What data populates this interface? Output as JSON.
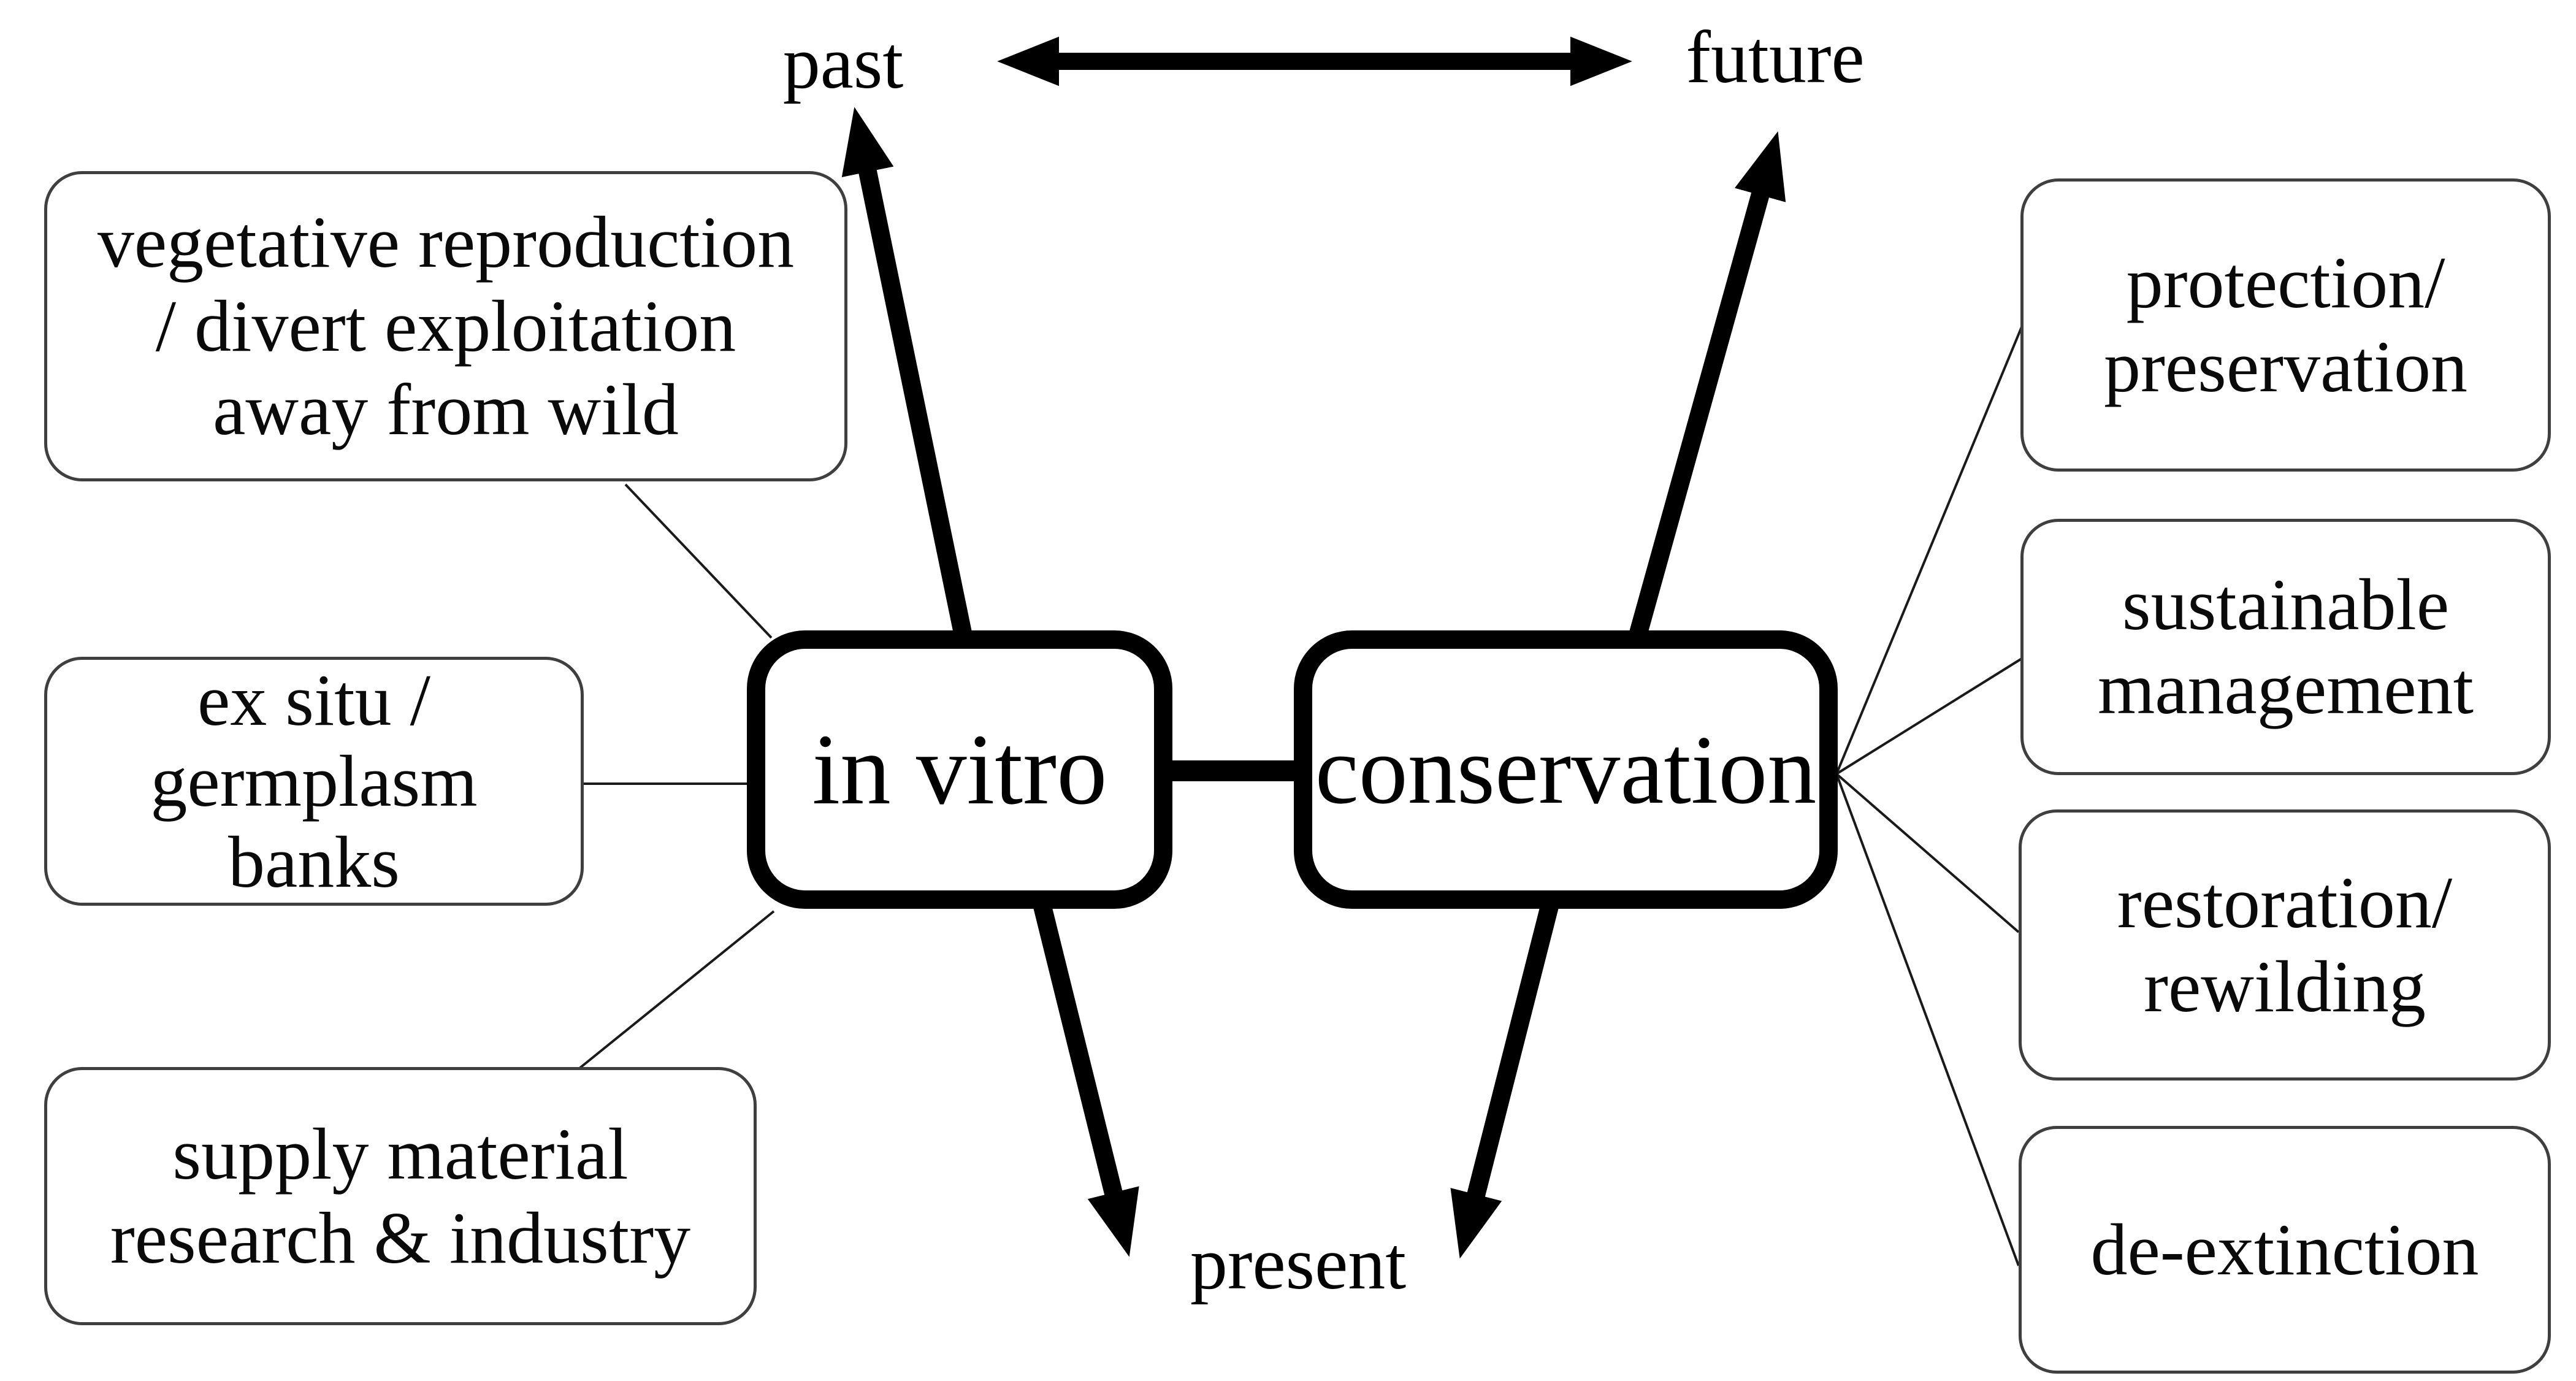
{
  "diagram": {
    "timeline_labels": {
      "past": "past",
      "future": "future",
      "present": "present"
    },
    "center_nodes": {
      "in_vitro": "in vitro",
      "conservation": "conservation"
    },
    "left_boxes": {
      "vegetative": {
        "lines": [
          "vegetative reproduction",
          "/ divert exploitation",
          "away from wild"
        ]
      },
      "ex_situ": {
        "lines": [
          "ex situ /",
          "germplasm",
          "banks"
        ]
      },
      "supply": {
        "lines": [
          "supply material",
          "research & industry"
        ]
      }
    },
    "right_boxes": {
      "protection": {
        "lines": [
          "protection/",
          "preservation"
        ]
      },
      "sustainable": {
        "lines": [
          "sustainable",
          "management"
        ]
      },
      "restoration": {
        "lines": [
          "restoration/",
          "rewilding"
        ]
      },
      "de_extinction": {
        "lines": [
          "de-extinction"
        ]
      }
    },
    "colors": {
      "ink": "#000000",
      "thin_line": "#1a1a1a",
      "box_border": "#3f3f3f",
      "background": "#ffffff"
    }
  }
}
